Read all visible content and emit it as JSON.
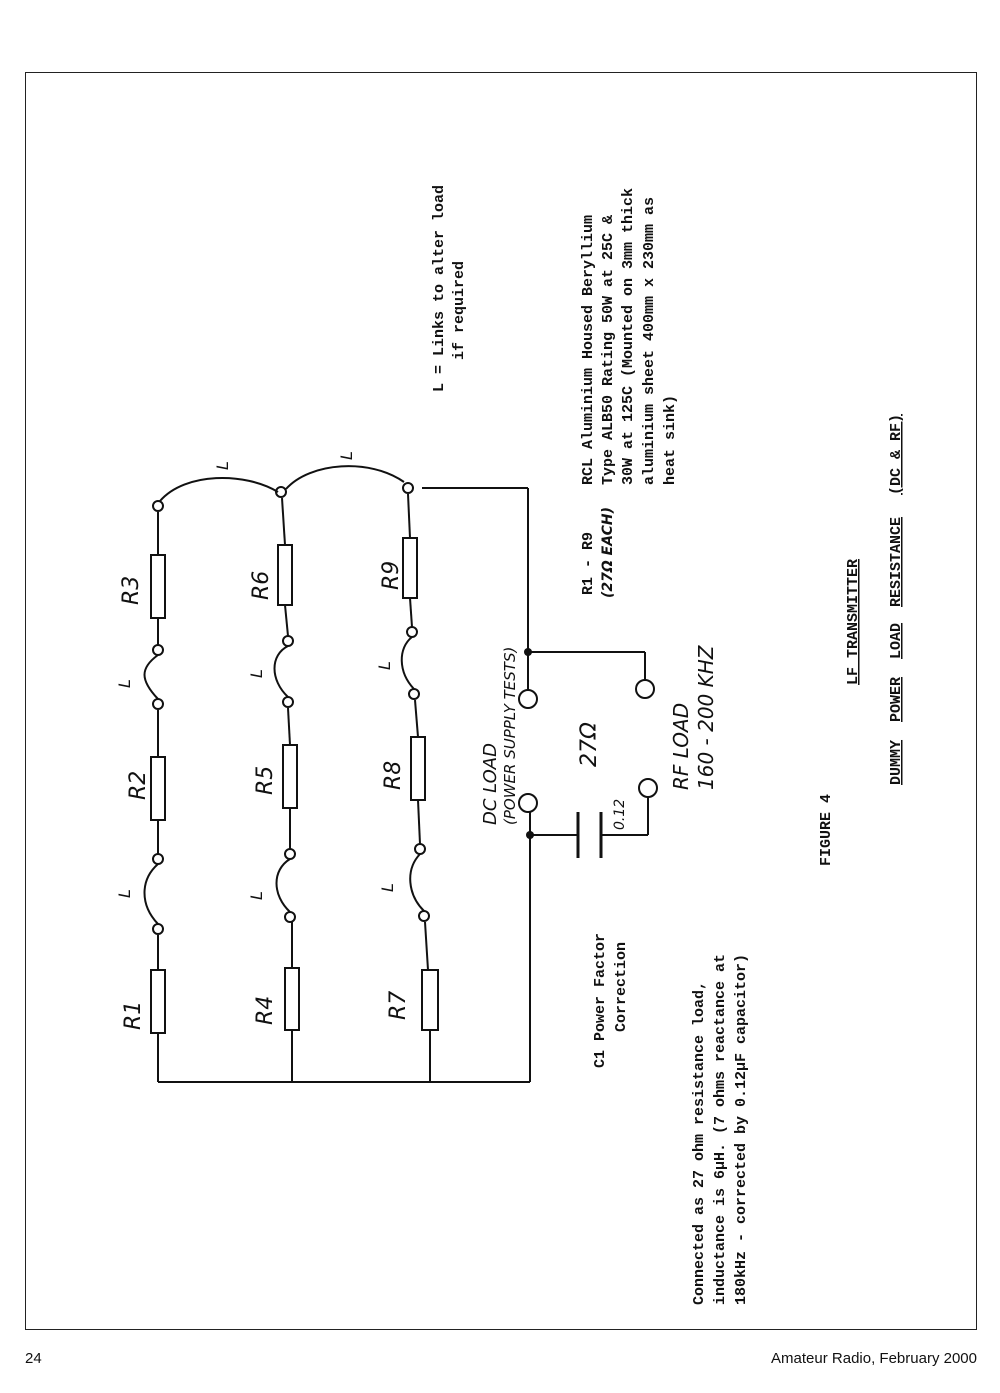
{
  "page": {
    "page_number": "24",
    "publication": "Amateur Radio, February 2000"
  },
  "figure": {
    "label": "FIGURE  4",
    "title_line1": "LF TRANSMITTER",
    "title_line2_words": [
      "DUMMY",
      "POWER",
      "LOAD",
      "RESISTANCE",
      "(DC & RF)"
    ]
  },
  "notes": {
    "links_line1": "L = Links to alter load",
    "links_line2": "if required",
    "resistors_range": "R1 - R9",
    "resistors_each": "(27Ω EACH)",
    "rcl_lines": [
      "RCL Aluminium Housed Beryllium",
      "Type ALB50 Rating 50W at 25C &",
      "30W at 125C (Mounted on 3mm thick",
      "aluminium sheet 400mm x 230mm as",
      "heat sink)"
    ],
    "c1_line1": "C1 Power Factor",
    "c1_line2": "Correction",
    "connected_lines": [
      "Connected as 27 ohm resistance load,",
      "inductance is 6µH. (7 ohms reactance at",
      "180kHz - corrected by 0.12µF capacitor)"
    ]
  },
  "circuit": {
    "resistors": [
      "R1",
      "R2",
      "R3",
      "R4",
      "R5",
      "R6",
      "R7",
      "R8",
      "R9"
    ],
    "link_label": "L",
    "capacitor_value": "0.12",
    "resistance_value": "27Ω",
    "dc_load_line1": "DC LOAD",
    "dc_load_line2": "(POWER SUPPLY TESTS)",
    "rf_load_line1": "RF LOAD",
    "rf_load_line2": "160 - 200 KHZ"
  }
}
